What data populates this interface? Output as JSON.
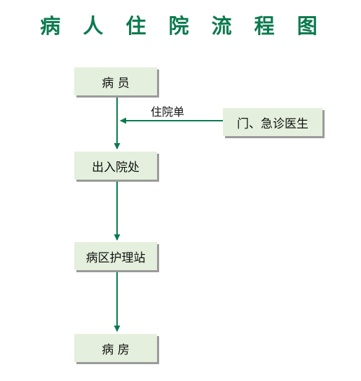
{
  "title": "病 人 住 院 流 程 图",
  "nodes": {
    "patient": "病 员",
    "admission": "出入院处",
    "nursing_station": "病区护理站",
    "ward": "病 房",
    "doctor": "门、急诊医生"
  },
  "edge_labels": {
    "doctor_to_flow": "住院单"
  },
  "colors": {
    "title": "#0a7a4e",
    "arrow": "#0a7a4e",
    "node_fill": "#e4f0dd",
    "node_shadow": "#9a9a9a"
  }
}
